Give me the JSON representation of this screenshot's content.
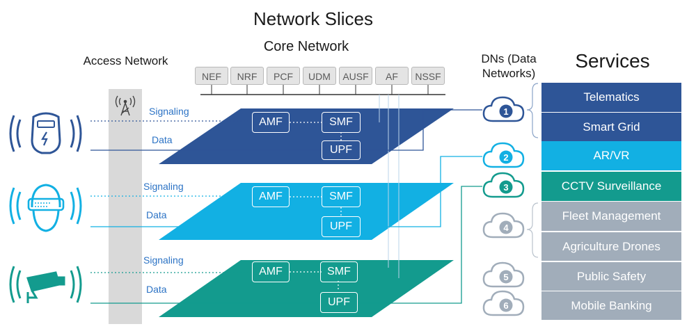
{
  "title": "Network Slices",
  "core_network": {
    "title": "Core Network",
    "functions": [
      "NEF",
      "NRF",
      "PCF",
      "UDM",
      "AUSF",
      "AF",
      "NSSF"
    ]
  },
  "access_network": {
    "title": "Access Network"
  },
  "data_networks": {
    "title": "DNs (Data Networks)"
  },
  "services": {
    "title": "Services",
    "items": [
      {
        "label": "Telematics",
        "color": "#2e5597"
      },
      {
        "label": "Smart Grid",
        "color": "#2e5597"
      },
      {
        "label": "AR/VR",
        "color": "#12b0e3"
      },
      {
        "label": "CCTV Surveillance",
        "color": "#139b8e"
      },
      {
        "label": "Fleet Management",
        "color": "#a1adba"
      },
      {
        "label": "Agriculture Drones",
        "color": "#a1adba"
      },
      {
        "label": "Public Safety",
        "color": "#a1adba"
      },
      {
        "label": "Mobile Banking",
        "color": "#a1adba"
      }
    ]
  },
  "clouds": [
    {
      "number": "1",
      "color": "#2e5597"
    },
    {
      "number": "2",
      "color": "#12b0e3"
    },
    {
      "number": "3",
      "color": "#139b8e"
    },
    {
      "number": "4",
      "color": "#a1adba"
    },
    {
      "number": "5",
      "color": "#a1adba"
    },
    {
      "number": "6",
      "color": "#a1adba"
    }
  ],
  "slices": [
    {
      "color": "#2e5597",
      "signaling_label": "Signaling",
      "data_label": "Data",
      "amf": "AMF",
      "smf": "SMF",
      "upf": "UPF",
      "device_icon": "smart-meter-icon"
    },
    {
      "color": "#12b0e3",
      "signaling_label": "Signaling",
      "data_label": "Data",
      "amf": "AMF",
      "smf": "SMF",
      "upf": "UPF",
      "device_icon": "vr-headset-icon"
    },
    {
      "color": "#139b8e",
      "signaling_label": "Signaling",
      "data_label": "Data",
      "amf": "AMF",
      "smf": "SMF",
      "upf": "UPF",
      "device_icon": "cctv-camera-icon"
    }
  ],
  "icons": {
    "tower": "cell-tower-icon",
    "cloud": "cloud-icon"
  }
}
